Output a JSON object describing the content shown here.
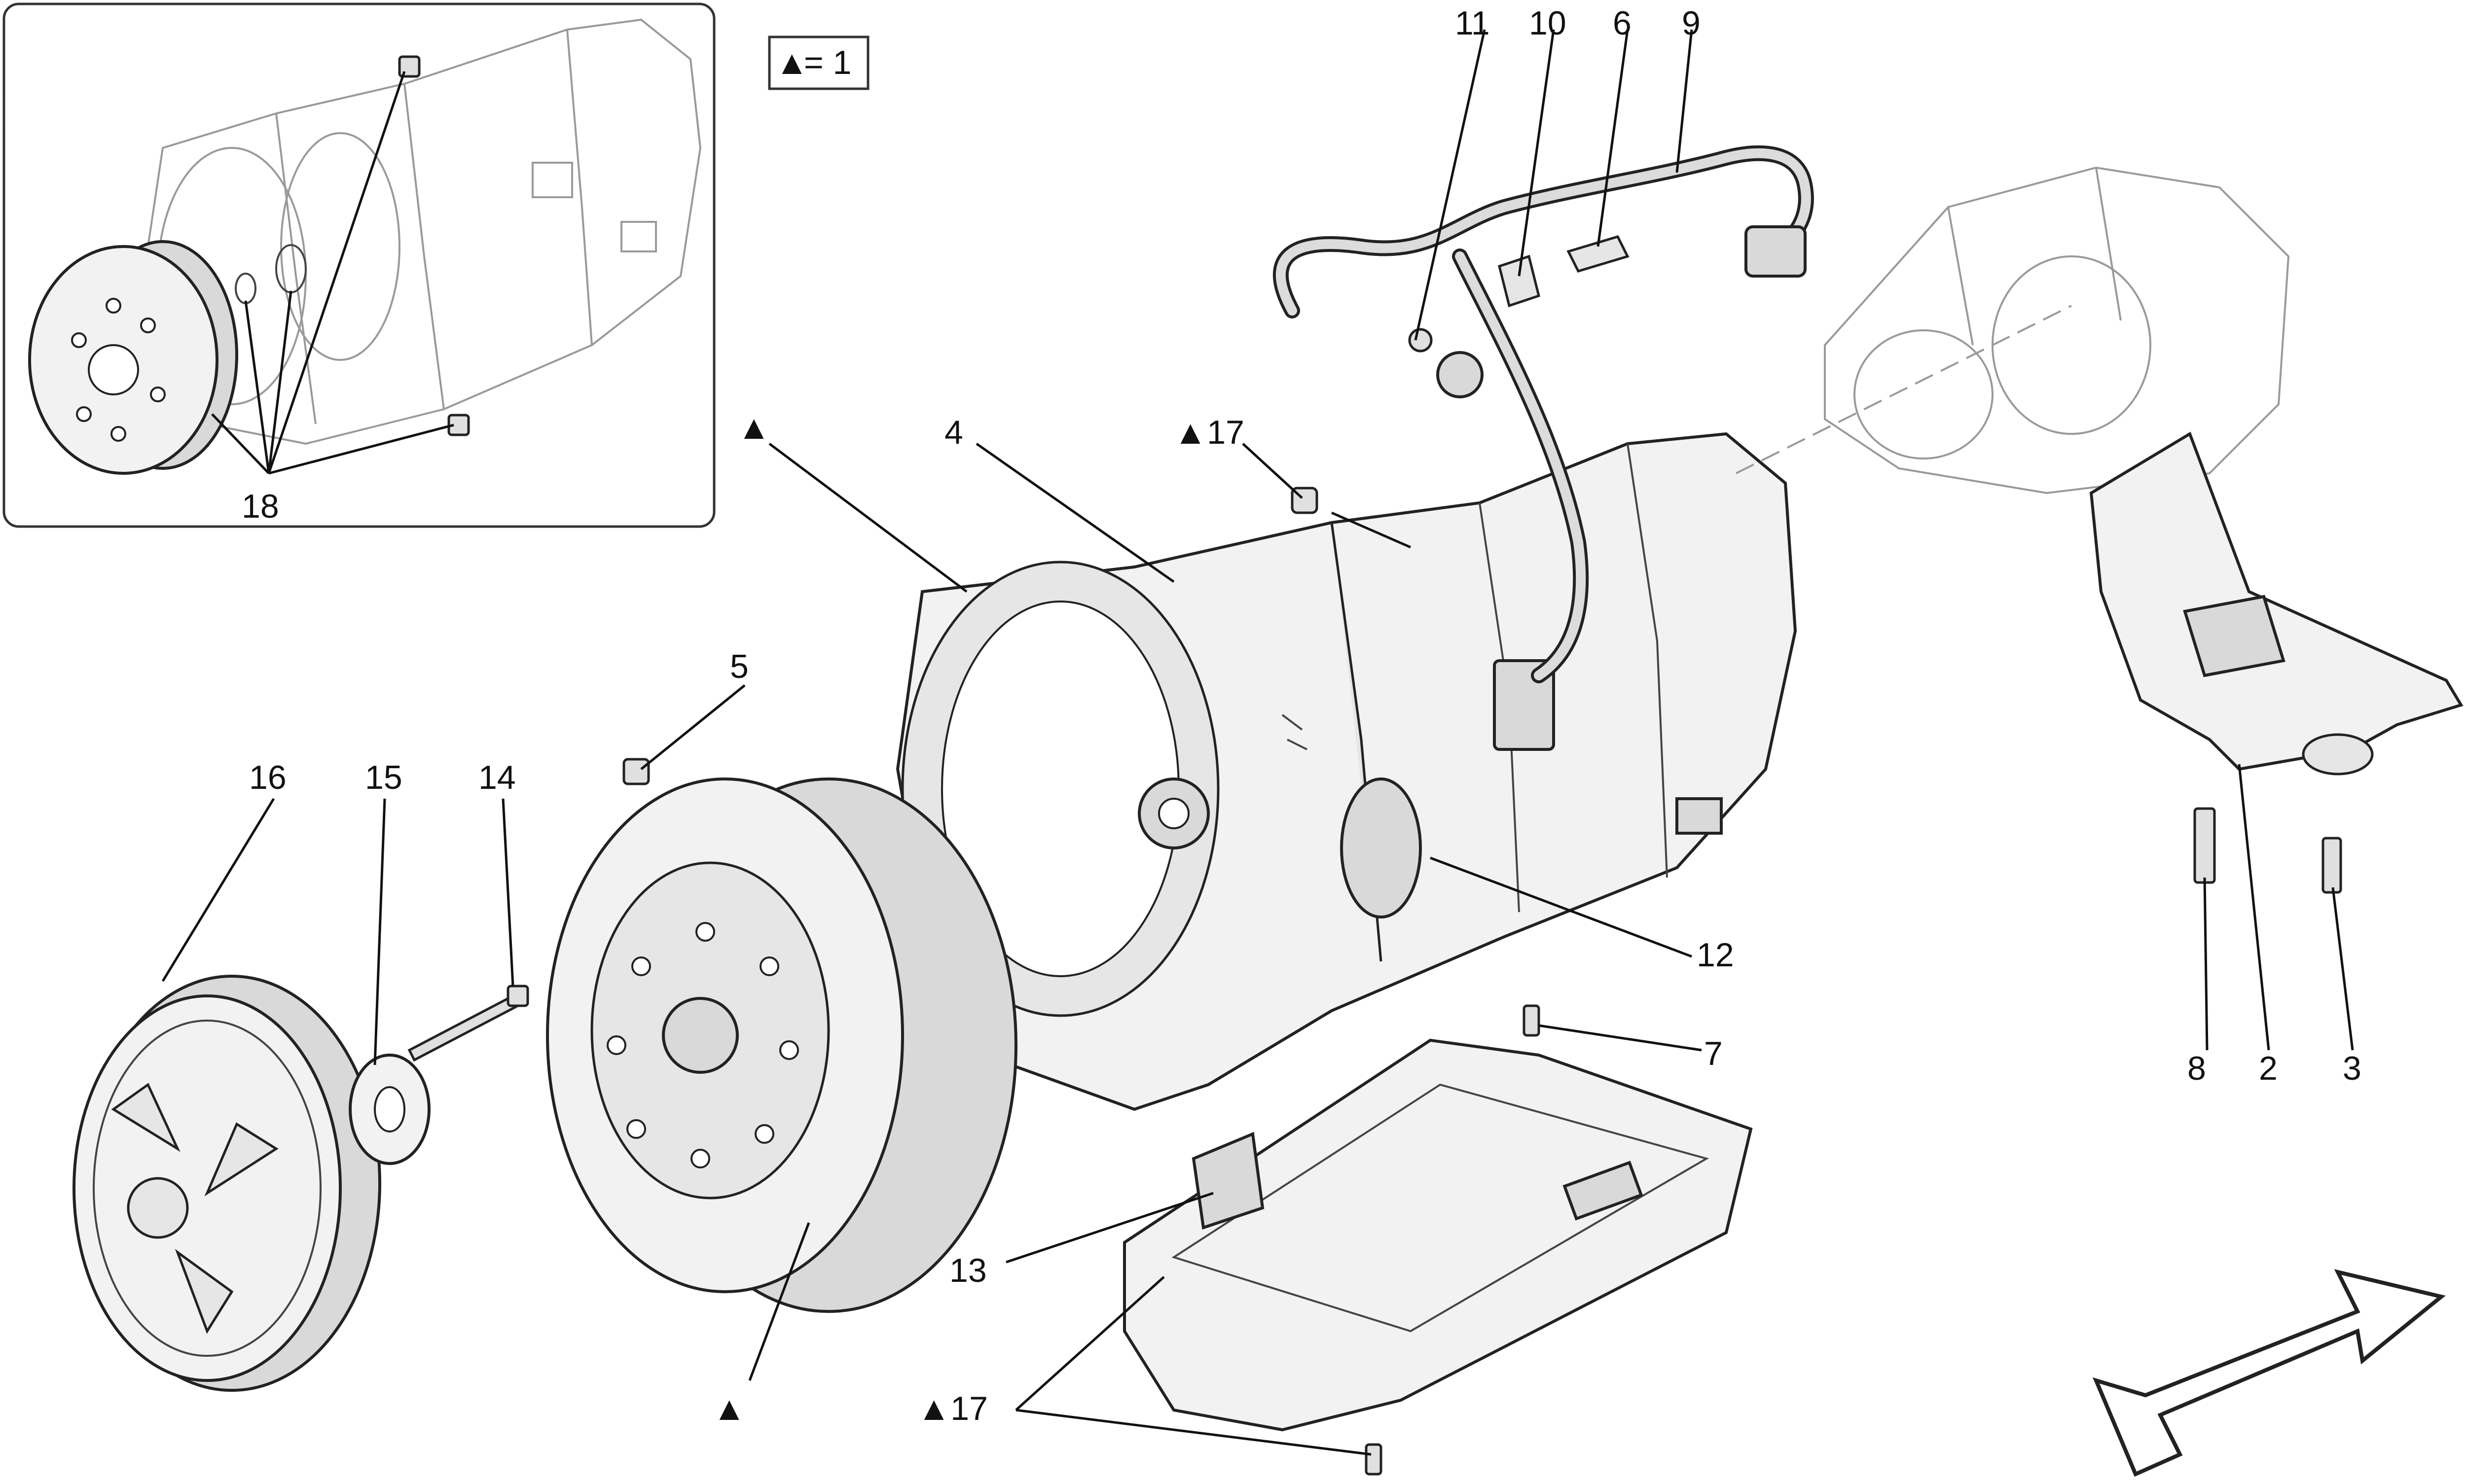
{
  "legend": {
    "symbol": "▲",
    "text": "= 1"
  },
  "labels": {
    "n2": "2",
    "n3": "3",
    "n4": "4",
    "n5": "5",
    "n6": "6",
    "n7": "7",
    "n8": "8",
    "n9": "9",
    "n10": "10",
    "n11": "11",
    "n12": "12",
    "n13": "13",
    "n14": "14",
    "n15": "15",
    "n16": "16",
    "n17a": "▲17",
    "n17b": "▲17",
    "n18": "18",
    "tri_a": "▲",
    "tri_b": "▲"
  },
  "colors": {
    "line": "#111111",
    "fill_light": "#f2f2f2",
    "fill_dark": "#d9d9d9",
    "ghost": "#9a9a9a"
  },
  "icons": {
    "direction_arrow": "arrow-down-left-outline"
  }
}
